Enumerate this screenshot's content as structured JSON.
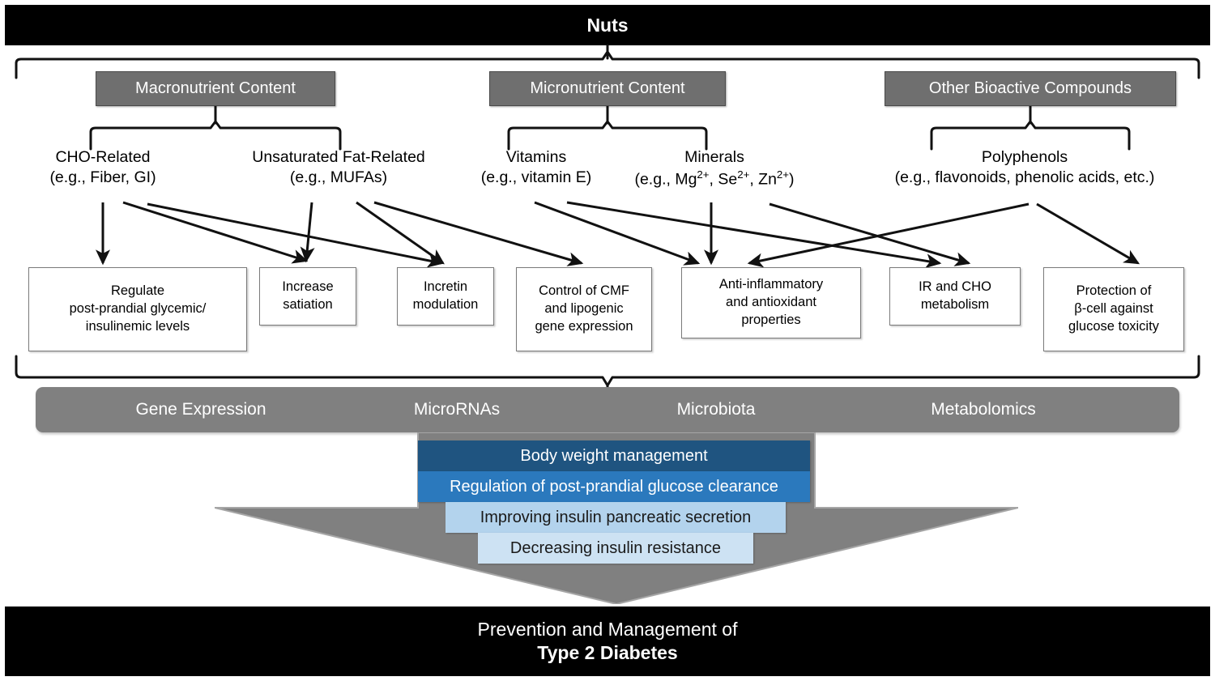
{
  "title": "Nuts",
  "top_banner": {
    "label": "Nuts"
  },
  "categories": [
    {
      "label": "Macronutrient Content"
    },
    {
      "label": "Micronutrient Content"
    },
    {
      "label": "Other Bioactive Compounds"
    }
  ],
  "subgroups": [
    {
      "name": "CHO-Related",
      "example": "(e.g., Fiber, GI)"
    },
    {
      "name": "Unsaturated Fat-Related",
      "example": "(e.g., MUFAs)"
    },
    {
      "name": "Vitamins",
      "example": "(e.g., vitamin E)"
    },
    {
      "name": "Minerals",
      "example": "(e.g., Mg2+, Se2+, Zn2+)"
    },
    {
      "name": "Polyphenols",
      "example": "(e.g., flavonoids, phenolic acids, etc.)"
    }
  ],
  "outcomes": [
    {
      "label": "Regulate post-prandial glycemic/ insulinemic levels"
    },
    {
      "label": "Increase satiation"
    },
    {
      "label": "Incretin modulation"
    },
    {
      "label": "Control of CMF and lipogenic gene expression"
    },
    {
      "label": "Anti-inflammatory and antioxidant properties"
    },
    {
      "label": "IR and CHO metabolism"
    },
    {
      "label": "Protection of β-cell against glucose toxicity"
    }
  ],
  "omics": [
    {
      "label": "Gene Expression"
    },
    {
      "label": "MicroRNAs"
    },
    {
      "label": "Microbiota"
    },
    {
      "label": "Metabolomics"
    }
  ],
  "benefits": [
    {
      "label": "Body weight management",
      "color": "#1f5480",
      "text_color": "#ffffff"
    },
    {
      "label": "Regulation of post-prandial glucose clearance",
      "color": "#2b79bd",
      "text_color": "#ffffff"
    },
    {
      "label": "Improving insulin pancreatic secretion",
      "color": "#b3d3ed",
      "text_color": "#1a1a1a"
    },
    {
      "label": "Decreasing insulin resistance",
      "color": "#cde2f3",
      "text_color": "#1a1a1a"
    }
  ],
  "bottom_banner": {
    "line1": "Prevention and Management of",
    "line2": "Type 2 Diabetes"
  },
  "colors": {
    "banner_bg": "#000000",
    "banner_text": "#ffffff",
    "category_bg": "#6f6f6f",
    "omics_bg": "#808080",
    "arrow_gray": "#808080",
    "outcome_border": "#7a7a7a",
    "connector": "#111111",
    "page_bg": "#ffffff"
  }
}
